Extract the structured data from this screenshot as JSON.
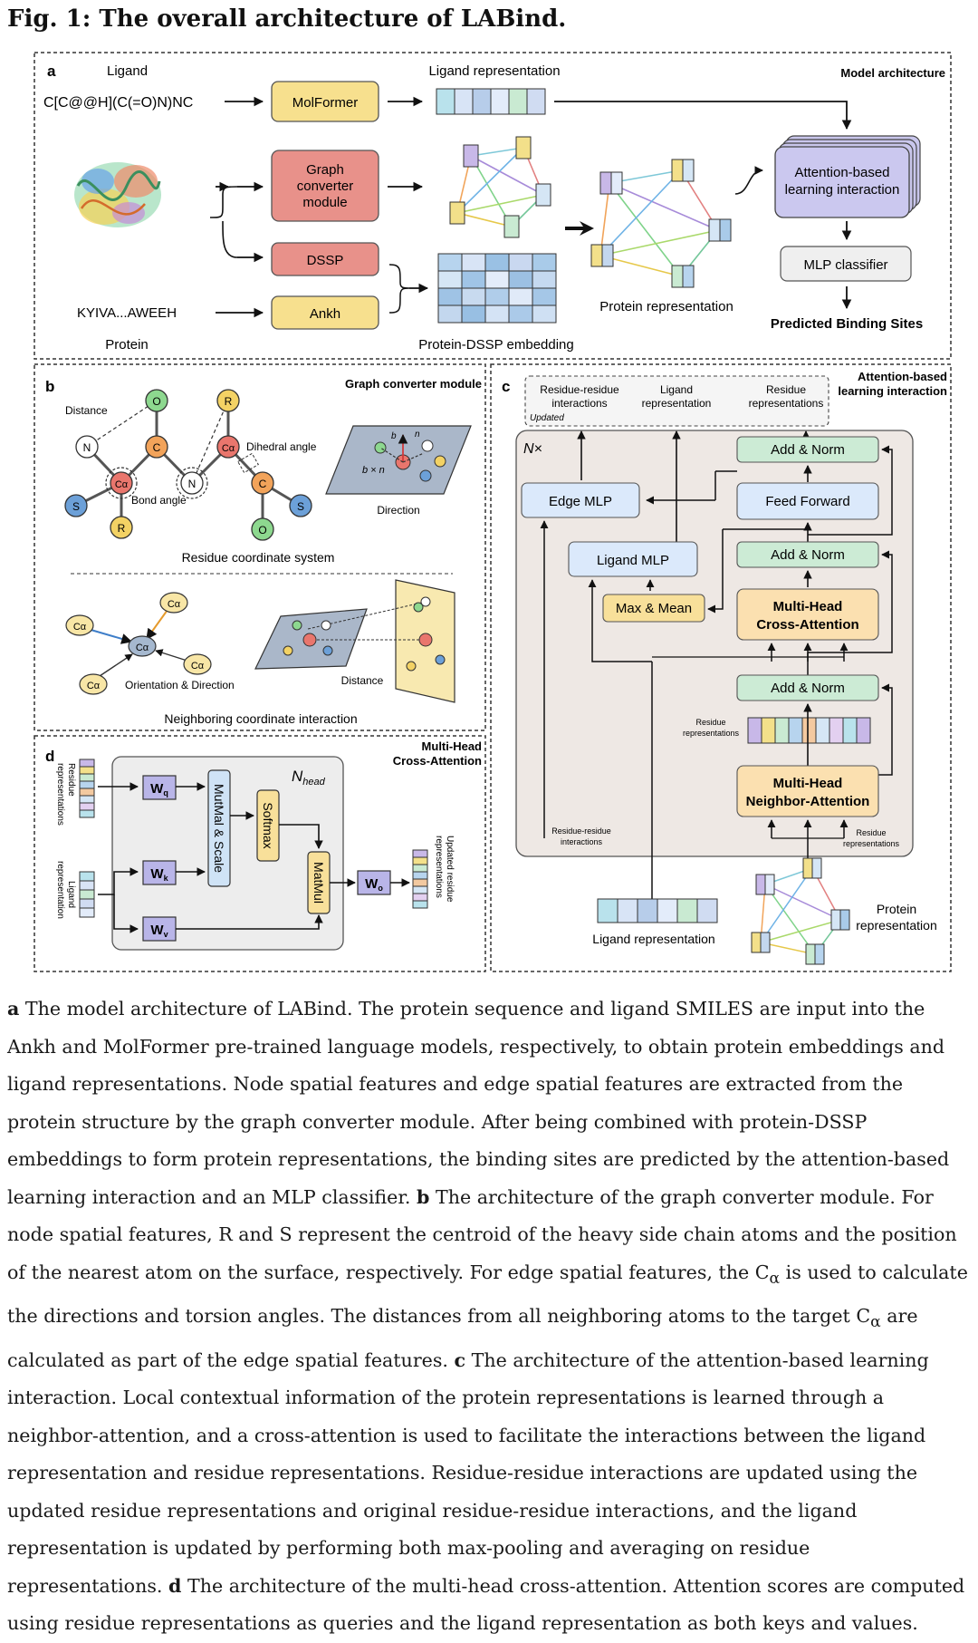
{
  "figure_title": "Fig. 1: The overall architecture of LABind.",
  "panel_a": {
    "letter": "a",
    "section_title": "Model architecture",
    "ligand_heading": "Ligand",
    "smiles": "C[C@@H](C(=O)N)NC",
    "molformer": "MolFormer",
    "ligand_representation": "Ligand representation",
    "graph_converter": [
      "Graph",
      "converter",
      "module"
    ],
    "dssp": "DSSP",
    "ankh": "Ankh",
    "sequence": "KYIVA...AWEEH",
    "protein_label": "Protein",
    "protein_dssp_embedding": "Protein-DSSP embedding",
    "protein_representation": "Protein representation",
    "attention_box": [
      "Attention-based",
      "learning interaction"
    ],
    "mlp_classifier": "MLP classifier",
    "predicted": "Predicted Binding Sites"
  },
  "panel_b": {
    "letter": "b",
    "section_title": "Graph converter module",
    "distance": "Distance",
    "bond_angle": "Bond angle",
    "dihedral_angle": "Dihedral angle",
    "direction": "Direction",
    "bxn": "b × n",
    "vec_b": "b",
    "vec_n": "n",
    "residue_coord": "Residue coordinate system",
    "orientation": "Orientation & Direction",
    "distance2": "Distance",
    "neighboring": "Neighboring coordinate interaction",
    "atom_o": "O",
    "atom_r": "R",
    "atom_n": "N",
    "atom_c": "C",
    "atom_s": "S",
    "atom_ca": "Cα"
  },
  "panel_c": {
    "letter": "c",
    "section_title": [
      "Attention-based",
      "learning interaction"
    ],
    "out_rri": [
      "Residue-residue",
      "interactions"
    ],
    "out_ligand": [
      "Ligand",
      "representation"
    ],
    "out_residue": [
      "Residue",
      "representations"
    ],
    "updated": "Updated",
    "nx": "N×",
    "add_norm": "Add & Norm",
    "feed_forward": "Feed Forward",
    "edge_mlp": "Edge MLP",
    "ligand_mlp": "Ligand MLP",
    "max_mean": "Max & Mean",
    "cross_attention": [
      "Multi-Head",
      "Cross-Attention"
    ],
    "neighbor_attention": [
      "Multi-Head",
      "Neighbor-Attention"
    ],
    "residue_reps_mid": [
      "Residue",
      "representations"
    ],
    "rri_in": [
      "Residue-residue",
      "interactions"
    ],
    "residue_in": [
      "Residue",
      "representations"
    ],
    "ligand_rep_in": "Ligand representation",
    "protein_rep_in": [
      "Protein",
      "representation"
    ]
  },
  "panel_d": {
    "letter": "d",
    "section_title": [
      "Multi-Head",
      "Cross-Attention"
    ],
    "nhead": "N",
    "nhead_sub": "head",
    "residue_reps": [
      "Residue",
      "representations"
    ],
    "ligand_rep": [
      "Ligand",
      "representation"
    ],
    "wq": "W",
    "wq_sub": "q",
    "wk": "W",
    "wk_sub": "k",
    "wv": "W",
    "wv_sub": "v",
    "wo": "W",
    "wo_sub": "o",
    "matmul_scale": "MutMal & Scale",
    "softmax": "Softmax",
    "matmul": "MatMul",
    "updated_residue": [
      "Updated residue",
      "representations"
    ]
  },
  "caption": {
    "a_label": "a",
    "a_text": " The model architecture of LABind. The protein sequence and ligand SMILES are input into the Ankh and MolFormer pre-trained language models, respectively, to obtain protein embeddings and ligand representations. Node spatial features and edge spatial features are extracted from the protein structure by the graph converter module. After being combined with protein-DSSP embeddings to form protein representations, the binding sites are predicted by the attention-based learning interaction and an MLP classifier. ",
    "b_label": "b",
    "b_text1": " The architecture of the graph converter module. For node spatial features, R and S represent the centroid of the heavy side chain atoms and the position of the nearest atom on the surface, respectively. For edge spatial features, the C",
    "sub_alpha": "α",
    "b_text2": " is used to calculate the directions and torsion angles. The distances from all neighboring atoms to the target C",
    "b_text3": " are calculated as part of the edge spatial features. ",
    "c_label": "c",
    "c_text": " The architecture of the attention-based learning interaction. Local contextual information of the protein representations is learned through a neighbor-attention, and a cross-attention is used to facilitate the interactions between the ligand representation and residue representations. Residue-residue interactions are updated using the updated residue representations and original residue-residue interactions, and the ligand representation is updated by performing both max-pooling and averaging on residue representations. ",
    "d_label": "d",
    "d_text": " The architecture of the multi-head cross-attention. Attention scores are computed using residue representations as queries and the ligand representation as both keys and values."
  }
}
